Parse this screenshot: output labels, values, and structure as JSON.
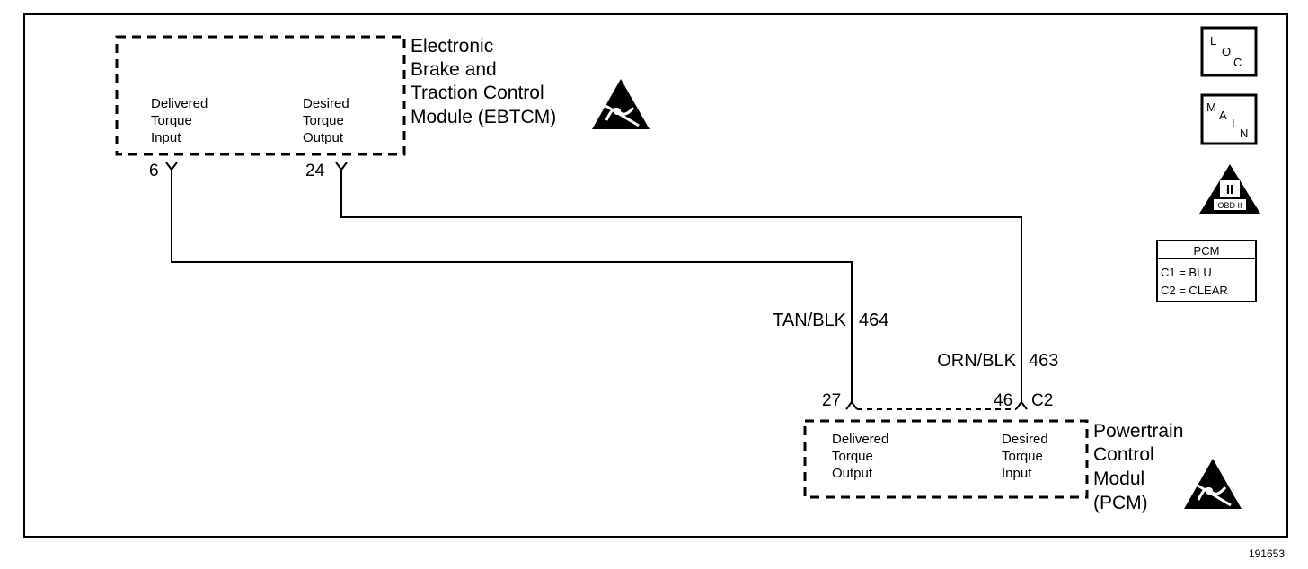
{
  "ebtcm": {
    "name_lines": [
      "Electronic",
      "Brake and",
      "Traction Control",
      "Module (EBTCM)"
    ],
    "left_terminal": [
      "Delivered",
      "Torque",
      "Input"
    ],
    "right_terminal": [
      "Desired",
      "Torque",
      "Output"
    ],
    "pin_left": "6",
    "pin_right": "24"
  },
  "pcm": {
    "name_lines": [
      "Powertrain",
      "Control",
      "Modul",
      "(PCM)"
    ],
    "left_terminal": [
      "Delivered",
      "Torque",
      "Output"
    ],
    "right_terminal": [
      "Desired",
      "Torque",
      "Input"
    ],
    "pin_left": "27",
    "pin_right": "46",
    "connector": "C2"
  },
  "wires": [
    {
      "color": "TAN/BLK",
      "circuit": "464"
    },
    {
      "color": "ORN/BLK",
      "circuit": "463"
    }
  ],
  "legend": {
    "loc_icon": {
      "letters": [
        "L",
        "O",
        "C"
      ]
    },
    "main_icon": {
      "letters": [
        "M",
        "A",
        "I",
        "N"
      ]
    },
    "obd_icon": {
      "numeral": "II",
      "label": "OBD II"
    },
    "pcm_table": {
      "title": "PCM",
      "rows": [
        "C1 = BLU",
        "C2 = CLEAR"
      ]
    }
  },
  "esd_icon": "esd-sensitive-icon",
  "figure_number": "191653"
}
